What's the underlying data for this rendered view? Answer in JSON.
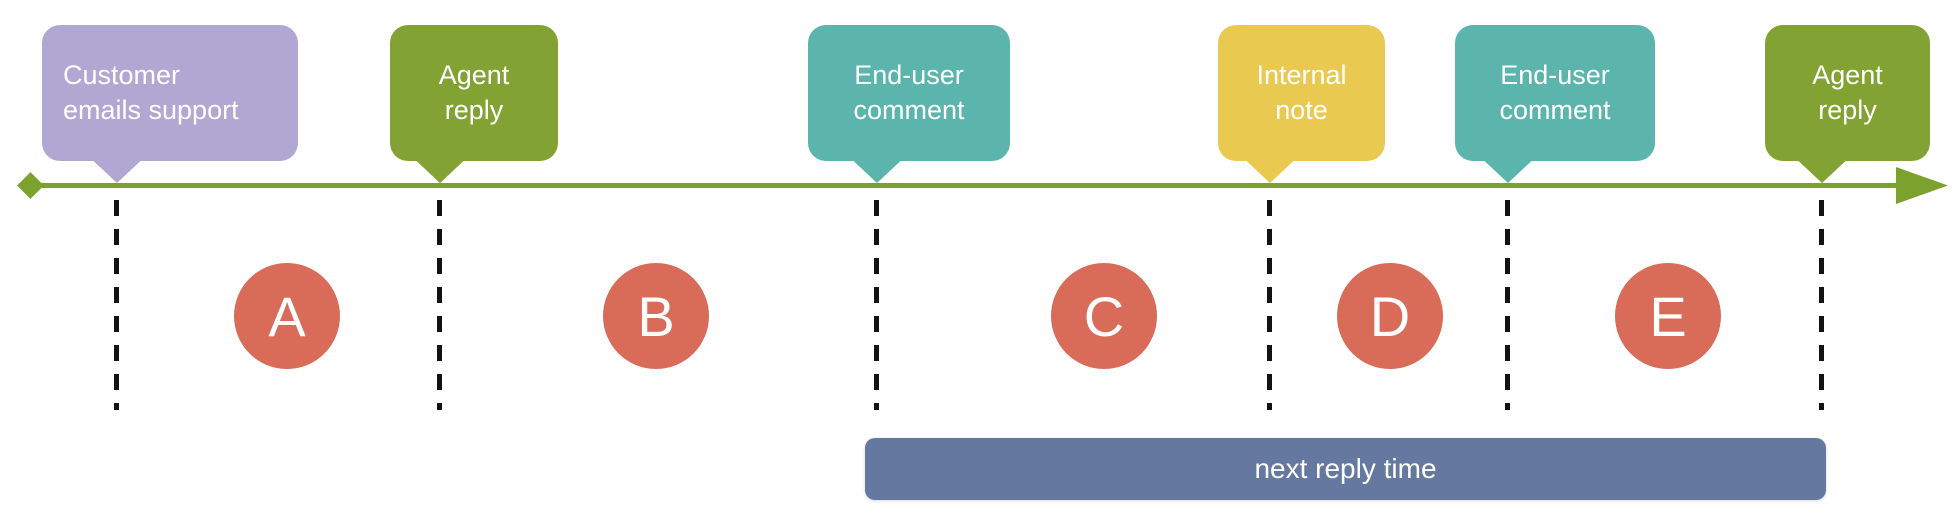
{
  "colors": {
    "timeline": "#7ca22d",
    "circle": "#d86c59",
    "dash": "#121212",
    "text": "#ffffff"
  },
  "events": [
    {
      "label": "Customer\nemails support",
      "type": "customer-email",
      "color": "#b1a7d3"
    },
    {
      "label": "Agent\nreply",
      "type": "agent-reply",
      "color": "#82a333"
    },
    {
      "label": "End-user\ncomment",
      "type": "end-user-comment",
      "color": "#5bb5ac"
    },
    {
      "label": "Internal\nnote",
      "type": "internal-note",
      "color": "#e9c94f"
    },
    {
      "label": "End-user\ncomment",
      "type": "end-user-comment",
      "color": "#5bb5ac"
    },
    {
      "label": "Agent\nreply",
      "type": "agent-reply",
      "color": "#82a333"
    }
  ],
  "intervals": [
    {
      "letter": "A"
    },
    {
      "letter": "B"
    },
    {
      "letter": "C"
    },
    {
      "letter": "D"
    },
    {
      "letter": "E"
    }
  ],
  "bar": {
    "label": "next reply time",
    "color": "#65789f",
    "from_event": "End-user comment",
    "to_event": "Agent reply"
  }
}
